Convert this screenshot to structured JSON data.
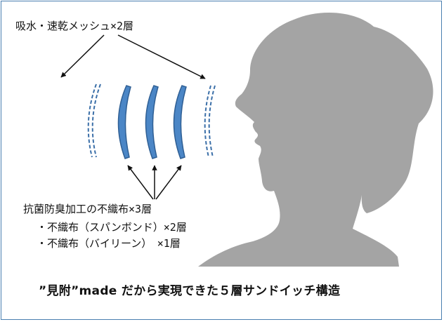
{
  "labels": {
    "top_label": "吸水・速乾メッシュ×2層",
    "middle_label": "抗菌防臭加工の不織布×3層",
    "sub_item_1": "・不織布（スパンボンド）×2層",
    "sub_item_2": "・不織布（バイリーン）　×1層",
    "bottom_caption": "”見附”made だから実現できた５層サンドイッチ構造"
  },
  "colors": {
    "layer_fill": "#4b86c6",
    "layer_stroke": "#2f5f94",
    "mesh_stroke": "#3b6fa8",
    "silhouette": "#a4a4a4",
    "frame": "#4a7fb0",
    "arrow": "#111111"
  }
}
